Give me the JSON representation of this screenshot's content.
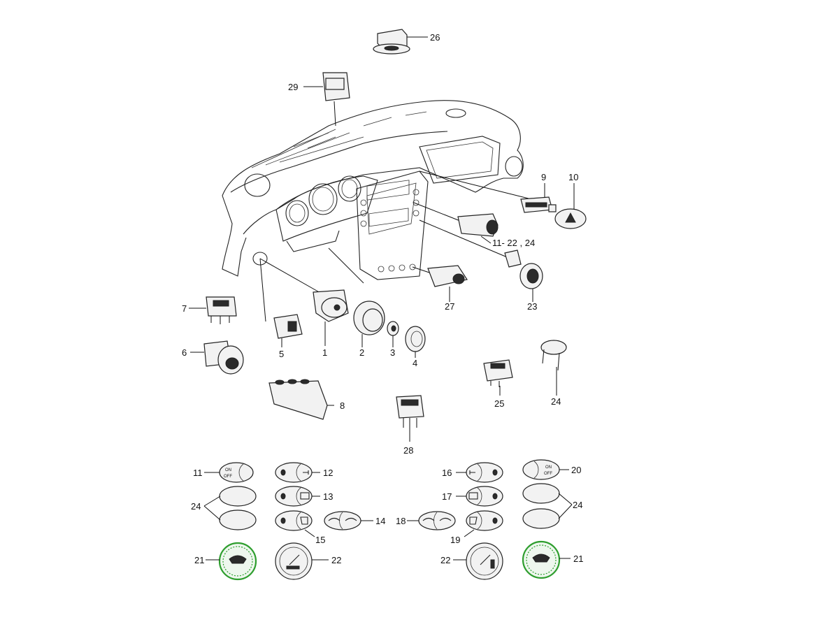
{
  "callouts": [
    {
      "id": "c1",
      "text": "1"
    },
    {
      "id": "c2",
      "text": "2"
    },
    {
      "id": "c3",
      "text": "3"
    },
    {
      "id": "c4",
      "text": "4"
    },
    {
      "id": "c5",
      "text": "5"
    },
    {
      "id": "c6",
      "text": "6"
    },
    {
      "id": "c7",
      "text": "7"
    },
    {
      "id": "c8",
      "text": "8"
    },
    {
      "id": "c9",
      "text": "9"
    },
    {
      "id": "c10",
      "text": "10"
    },
    {
      "id": "c11-22-24",
      "text": "11- 22 , 24"
    },
    {
      "id": "c23",
      "text": "23"
    },
    {
      "id": "c24a",
      "text": "24"
    },
    {
      "id": "c25",
      "text": "25"
    },
    {
      "id": "c26",
      "text": "26"
    },
    {
      "id": "c27",
      "text": "27"
    },
    {
      "id": "c28",
      "text": "28"
    },
    {
      "id": "c29",
      "text": "29"
    }
  ],
  "legend_labels": {
    "l11": "11",
    "l12": "12",
    "l13": "13",
    "l14": "14",
    "l15": "15",
    "l16": "16",
    "l17": "17",
    "l18": "18",
    "l19": "19",
    "l20": "20",
    "l21a": "21",
    "l21b": "21",
    "l22a": "22",
    "l22b": "22",
    "l24a": "24",
    "l24b": "24"
  },
  "switch_text": {
    "onoff_left": "ON",
    "onoff_left2": "OFF",
    "onoff_right": "ON",
    "onoff_right2": "OFF"
  },
  "colors": {
    "highlight": "#2e9e2e",
    "line": "#222222"
  }
}
